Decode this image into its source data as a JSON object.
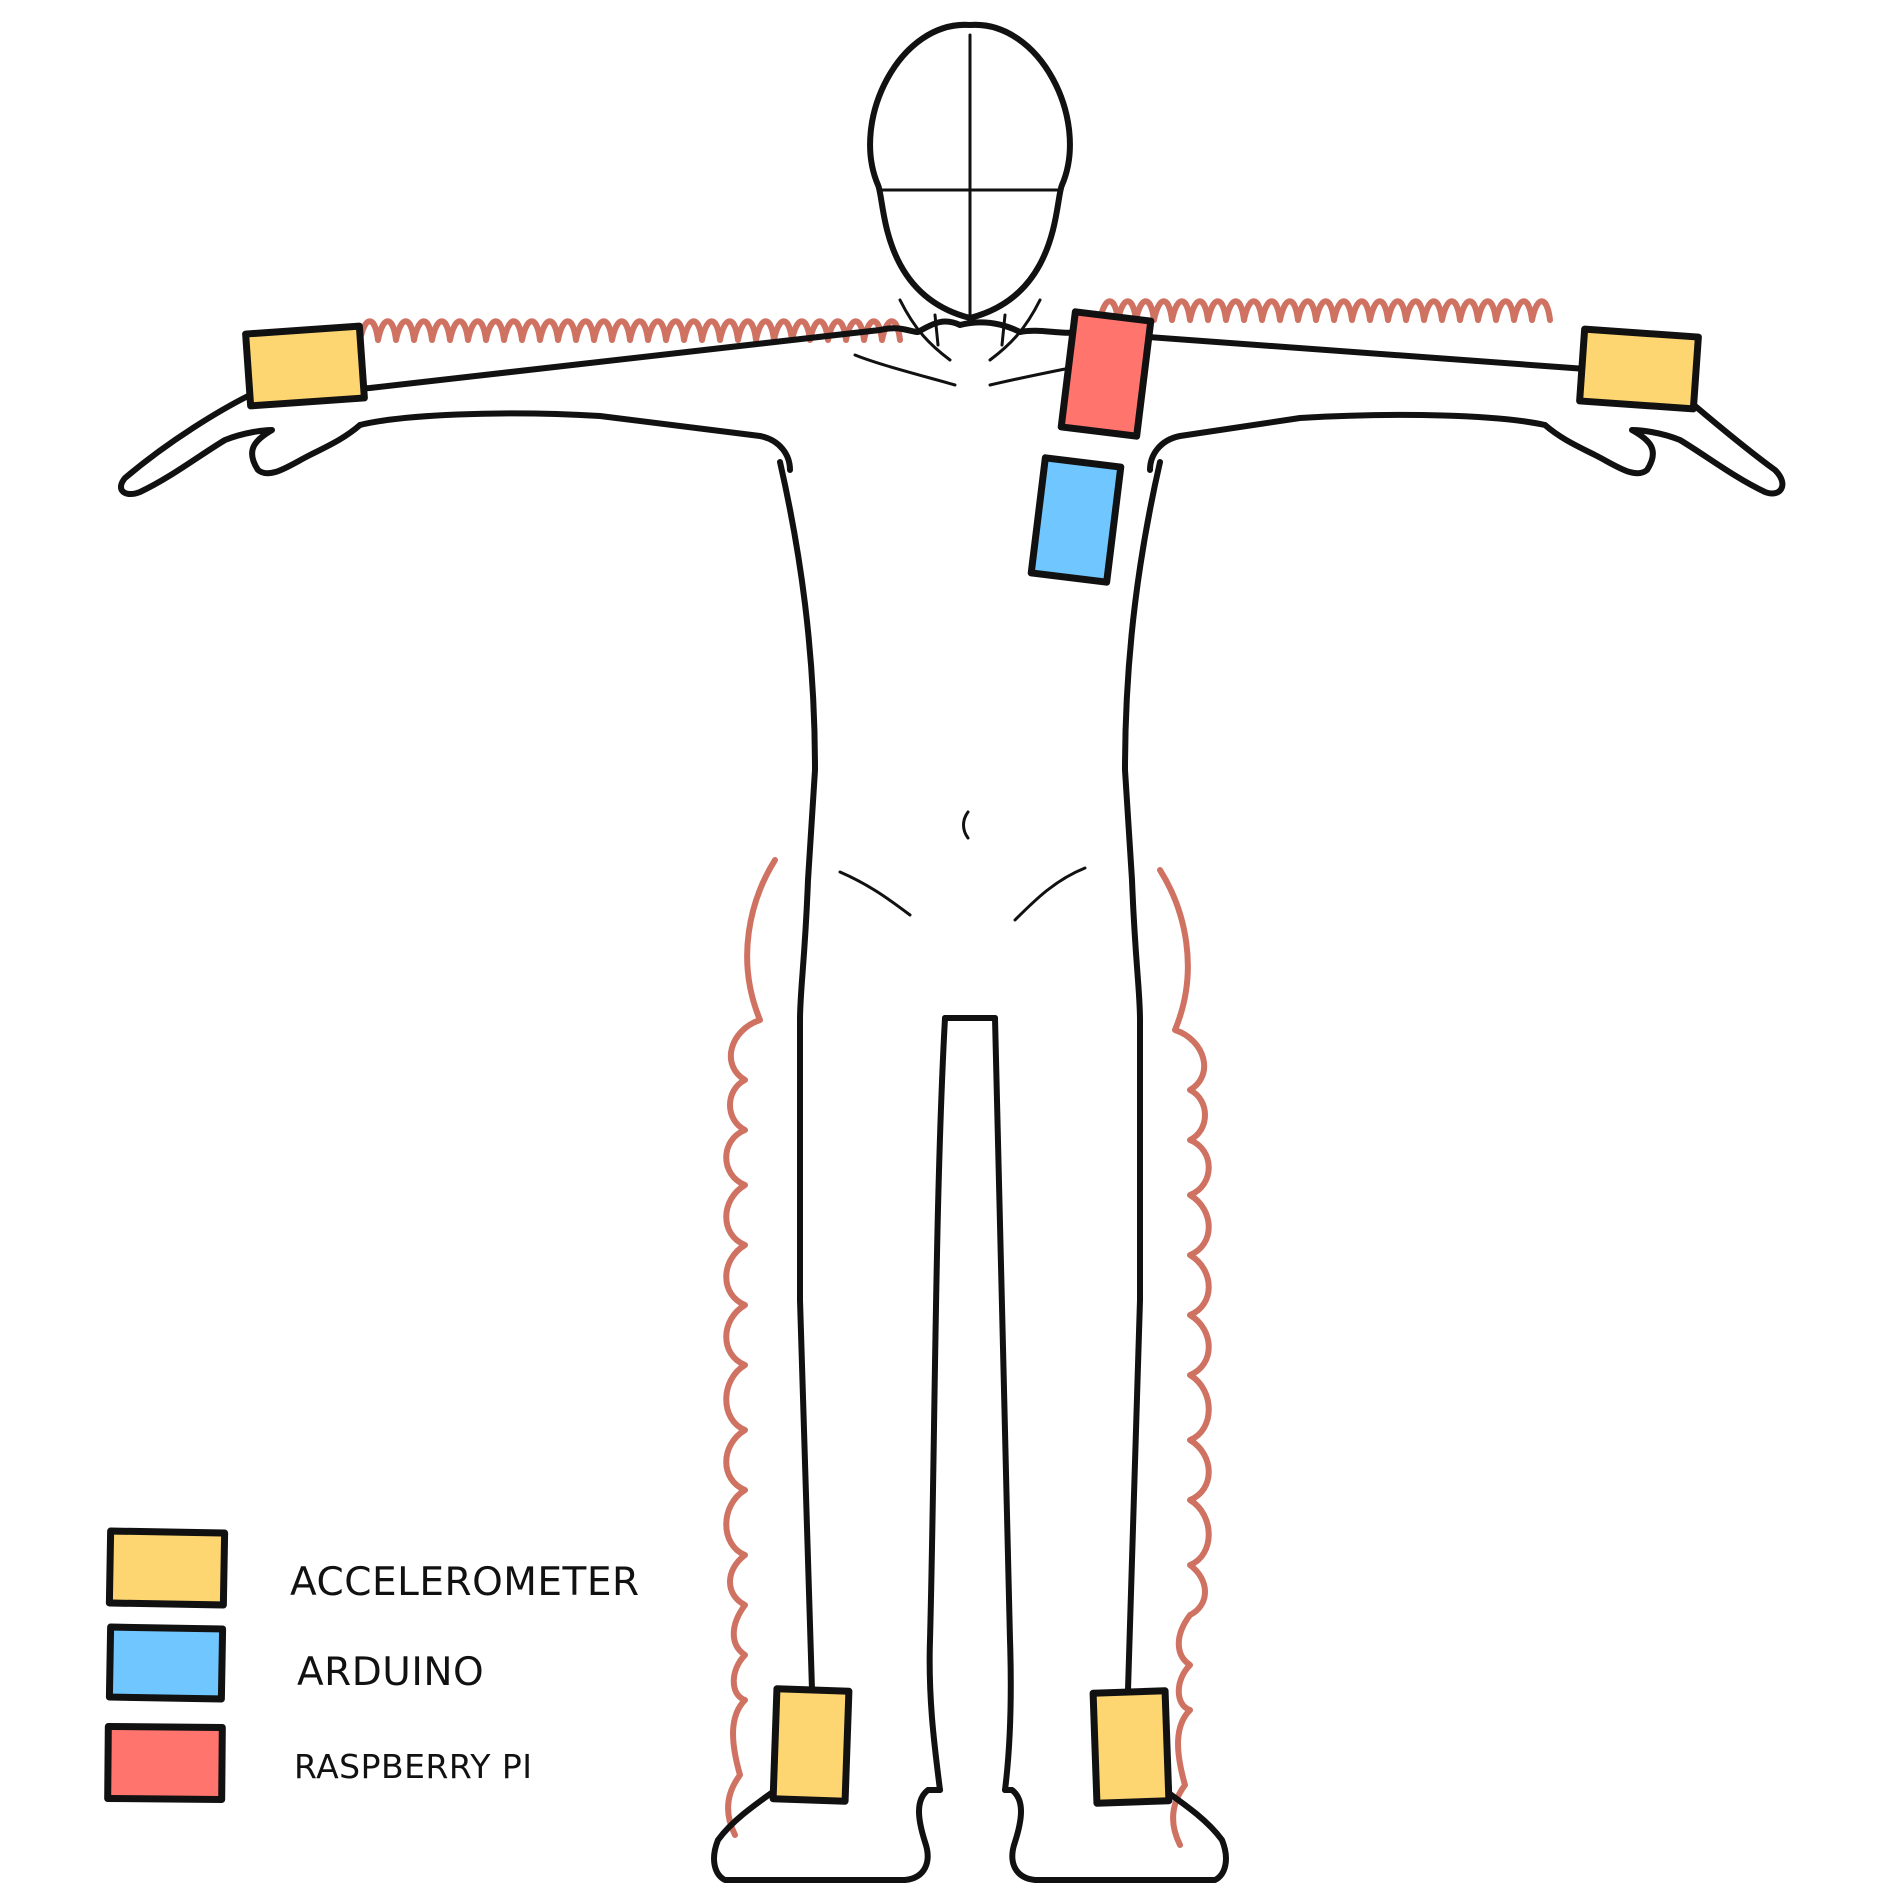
{
  "colors": {
    "outline": "#111111",
    "wire": "#cf7262",
    "accelerometer": "#fdd671",
    "arduino": "#70c6ff",
    "raspberry_pi": "#ff756e"
  },
  "legend": {
    "items": [
      {
        "key": "accelerometer",
        "label": "ACCELEROMETER"
      },
      {
        "key": "arduino",
        "label": "ARDUINO"
      },
      {
        "key": "raspberry_pi",
        "label": "RASPBERRY PI"
      }
    ]
  },
  "components": {
    "accelerometers": [
      {
        "location": "left wrist"
      },
      {
        "location": "right wrist"
      },
      {
        "location": "left ankle"
      },
      {
        "location": "right ankle"
      }
    ],
    "arduino": {
      "location": "chest"
    },
    "raspberry_pi": {
      "location": "chest"
    }
  }
}
